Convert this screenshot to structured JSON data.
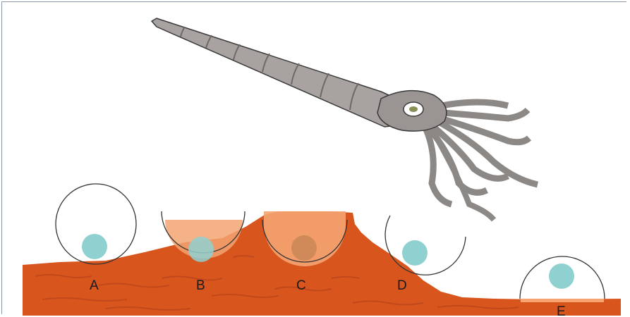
{
  "figure": {
    "labels": {
      "a": "A",
      "b": "B",
      "c": "C",
      "d": "D",
      "e": "E"
    }
  },
  "colors": {
    "seabed": "#d8551e",
    "seabed_dark": "#b8431a",
    "seabed_light": "#f5a472",
    "bubble": "#8fd0d0",
    "outline": "#333333",
    "shell": "#a8a2a0",
    "shell_dark": "#6e6866",
    "tentacle": "#8c8886"
  },
  "icons": {
    "animal": "cephalopod-with-conical-shell-icon"
  }
}
